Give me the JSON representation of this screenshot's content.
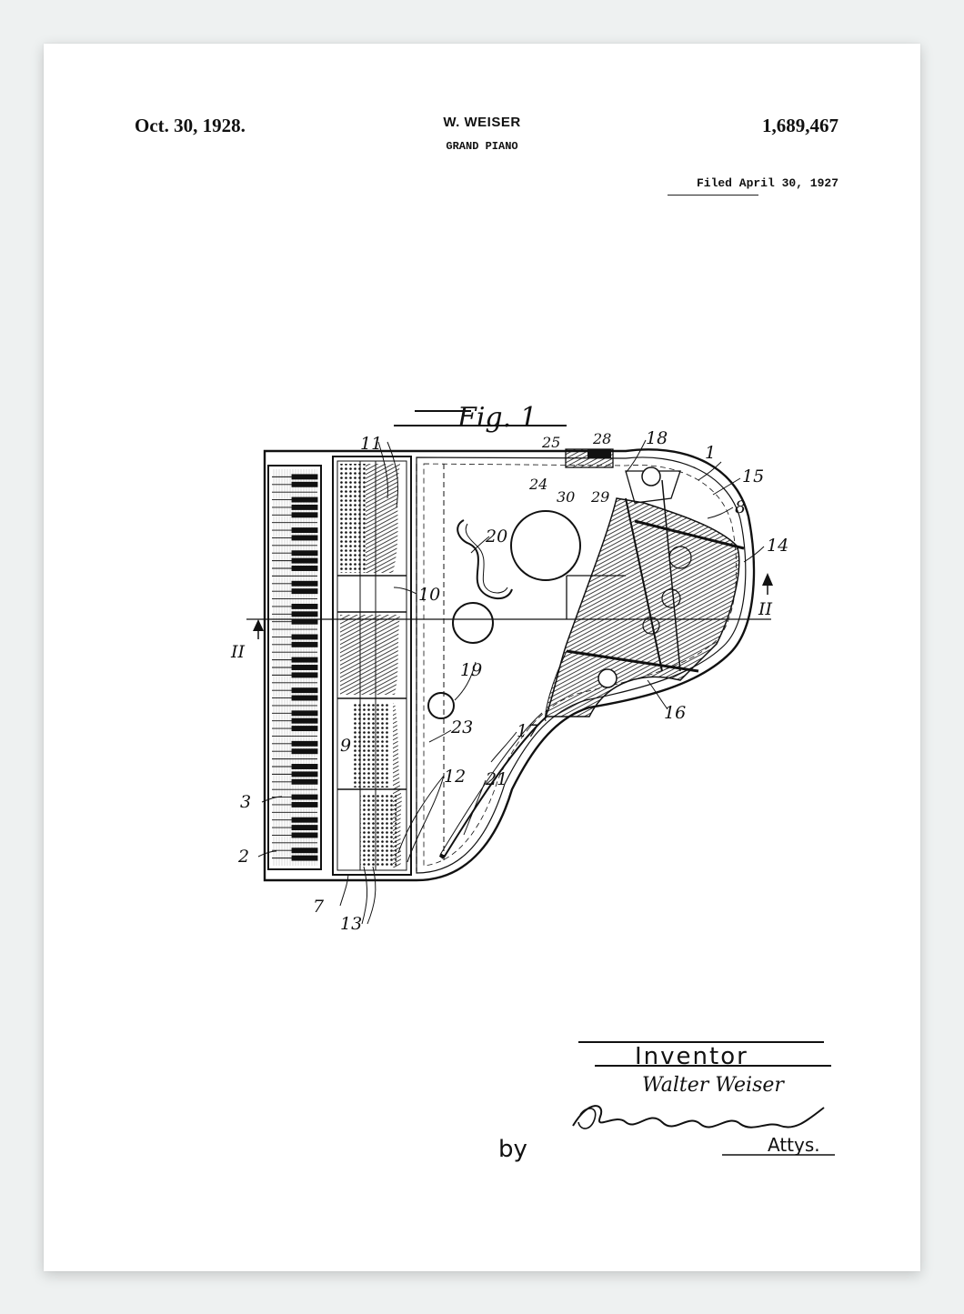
{
  "header": {
    "date": "Oct. 30, 1928.",
    "inventor": "W. WEISER",
    "title": "GRAND PIANO",
    "patent_number": "1,689,467",
    "filed": "Filed April 30, 1927"
  },
  "figure": {
    "caption": "Fig. 1",
    "section_mark": "II",
    "ref_numerals": [
      "1",
      "2",
      "3",
      "7",
      "8",
      "9",
      "10",
      "11",
      "12",
      "13",
      "14",
      "15",
      "16",
      "17",
      "18",
      "19",
      "20",
      "21",
      "23",
      "24",
      "25",
      "28",
      "29",
      "30"
    ]
  },
  "signature_block": {
    "heading": "Inventor",
    "inventor_name": "Walter Weiser",
    "by": "by",
    "attys": "Attys."
  }
}
